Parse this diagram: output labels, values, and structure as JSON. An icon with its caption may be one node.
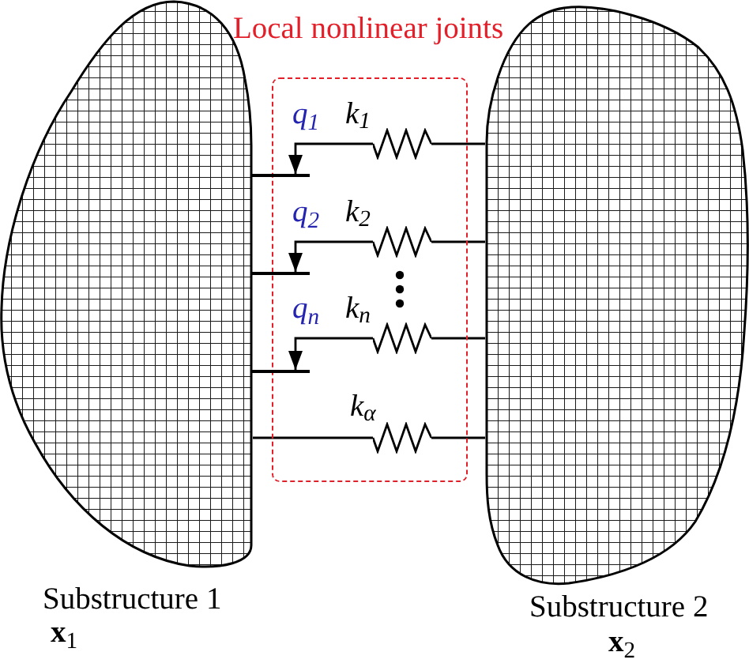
{
  "diagram": {
    "nodes": [
      {
        "text": [
          "Substructure 1",
          "**x**$_{1}$"
        ]
      },
      {
        "text": [
          "Local nonlinear joints"
        ]
      },
      {
        "text": [],
        "shape": "bar"
      },
      {
        "text": [],
        "shape": "spring",
        "in": 1,
        "beside": [
          "k$_{1}$"
        ]
      },
      {
        "text": [],
        "shape": "bar"
      },
      {
        "text": [],
        "shape": "spring",
        "in": 1,
        "beside": [
          "k$_{2}$"
        ]
      },
      {
        "text": [],
        "shape": "bar"
      },
      {
        "text": [],
        "shape": "spring",
        "in": 1,
        "beside": [
          "k$_{n}$"
        ]
      },
      {
        "text": [],
        "shape": "spring",
        "in": 1,
        "beside": [
          "k$_{α}$"
        ]
      },
      {
        "text": [
          "Substructure 2",
          "**x**$_{2}$"
        ]
      }
    ],
    "edges": [
      {
        "from": 3,
        "to": 2,
        "arrow": "to",
        "label": "q$_{1}$"
      },
      {
        "from": 3,
        "to": 9,
        "arrow": "none"
      },
      {
        "from": 5,
        "to": 4,
        "arrow": "to",
        "label": "q$_{2}$"
      },
      {
        "from": 5,
        "to": 9,
        "arrow": "none"
      },
      {
        "from": 7,
        "to": 6,
        "arrow": "to",
        "label": "q$_{n}$"
      },
      {
        "from": 7,
        "to": 9,
        "arrow": "none"
      },
      {
        "from": 0,
        "to": 8,
        "arrow": "none"
      },
      {
        "from": 8,
        "to": 9,
        "arrow": "none"
      }
    ]
  }
}
